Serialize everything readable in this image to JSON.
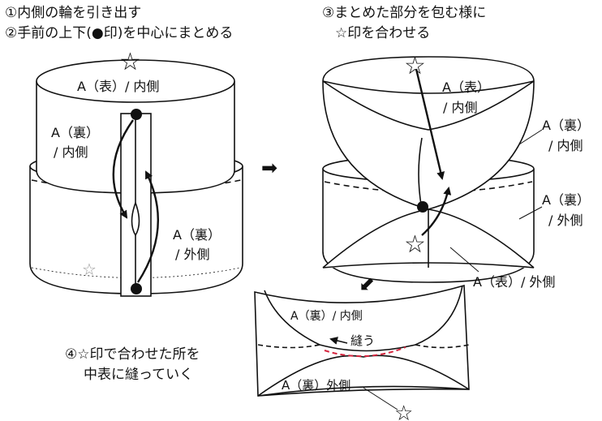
{
  "instructions": {
    "step1": "①内側の輪を引き出す",
    "step2": "②手前の上下(●印)を中心にまとめる",
    "step3_line1": "③まとめた部分を包む様に",
    "step3_line2": "☆印を合わせる",
    "step4_line1": "④☆印で合わせた所を",
    "step4_line2": "中表に縫っていく"
  },
  "figure1": {
    "label_top": "A（表）/ 内側",
    "label_back_l1": "A（裏）",
    "label_back_l2": "/ 内側",
    "label_outer_l1": "A（裏）",
    "label_outer_l2": "/ 外側"
  },
  "figure2": {
    "label_top_l1": "A（表）",
    "label_top_l2": "/ 内側",
    "label_back_in_l1": "A（裏）",
    "label_back_in_l2": "/ 内側",
    "label_back_out_l1": "A（裏）",
    "label_back_out_l2": "/ 外側",
    "label_bottom": "A（表）/ 外側"
  },
  "figure3": {
    "label_inner": "A（裏）/ 内側",
    "label_sew": "縫う",
    "label_outer": "A（裏）外側"
  },
  "symbols": {
    "star": "☆",
    "dot": "●",
    "arrow_right": "➡",
    "arrow_down_left": "⬋"
  },
  "colors": {
    "line": "#111111",
    "sew_line": "#d6263f"
  }
}
